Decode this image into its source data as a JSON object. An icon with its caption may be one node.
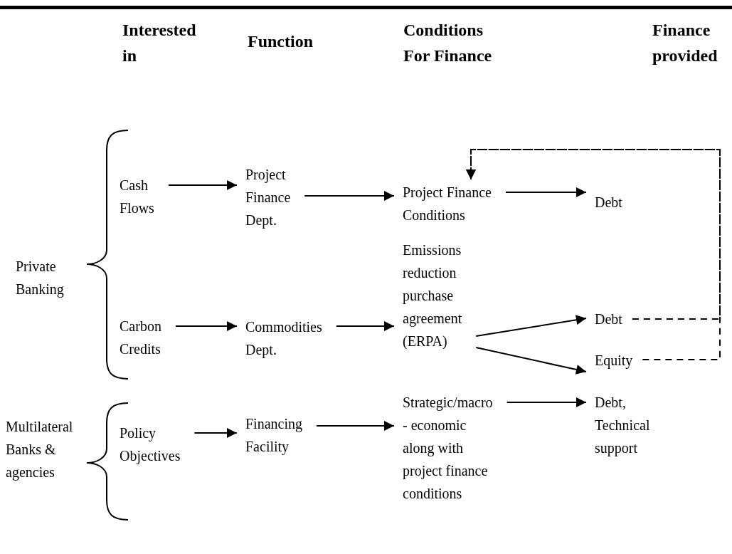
{
  "diagram": {
    "nodes": [
      {
        "text": [
          "Cash Flows"
        ]
      },
      {
        "text": [
          "Project Finance Dept."
        ]
      },
      {
        "text": [
          "Project Finance Conditions"
        ]
      },
      {
        "text": [
          "Debt"
        ]
      },
      {
        "text": [
          "Carbon Credits"
        ]
      },
      {
        "text": [
          "Commodities Dept."
        ]
      },
      {
        "text": [
          "Emissions reduction purchase agreement (ERPA)"
        ]
      },
      {
        "text": [
          "Debt"
        ]
      },
      {
        "text": [
          "Equity"
        ]
      },
      {
        "text": [
          "Policy Objectives"
        ]
      },
      {
        "text": [
          "Financing Facility"
        ]
      },
      {
        "text": [
          "Strategic/macro - economic along with project finance conditions"
        ]
      },
      {
        "text": [
          "Debt, Technical support"
        ]
      }
    ],
    "edges": [
      {
        "from": 0,
        "to": 1,
        "arrow": "to"
      },
      {
        "from": 1,
        "to": 2,
        "arrow": "to"
      },
      {
        "from": 2,
        "to": 3,
        "arrow": "to"
      },
      {
        "from": 4,
        "to": 5,
        "arrow": "to"
      },
      {
        "from": 5,
        "to": 6,
        "arrow": "to"
      },
      {
        "from": 6,
        "to": 7,
        "arrow": "to"
      },
      {
        "from": 6,
        "to": 8,
        "arrow": "to"
      },
      {
        "from": 9,
        "to": 10,
        "arrow": "to"
      },
      {
        "from": 10,
        "to": 11,
        "arrow": "to"
      },
      {
        "from": 11,
        "to": 12,
        "arrow": "to"
      },
      {
        "from": 7,
        "to": 2,
        "arrow": "to",
        "style": "dashed"
      },
      {
        "from": 8,
        "to": 2,
        "arrow": "to",
        "style": "dashed"
      }
    ],
    "labels": [
      "Interested in",
      "Function",
      "Conditions For Finance",
      "Finance provided",
      "Private Banking",
      "Multilateral Banks & agencies"
    ]
  }
}
